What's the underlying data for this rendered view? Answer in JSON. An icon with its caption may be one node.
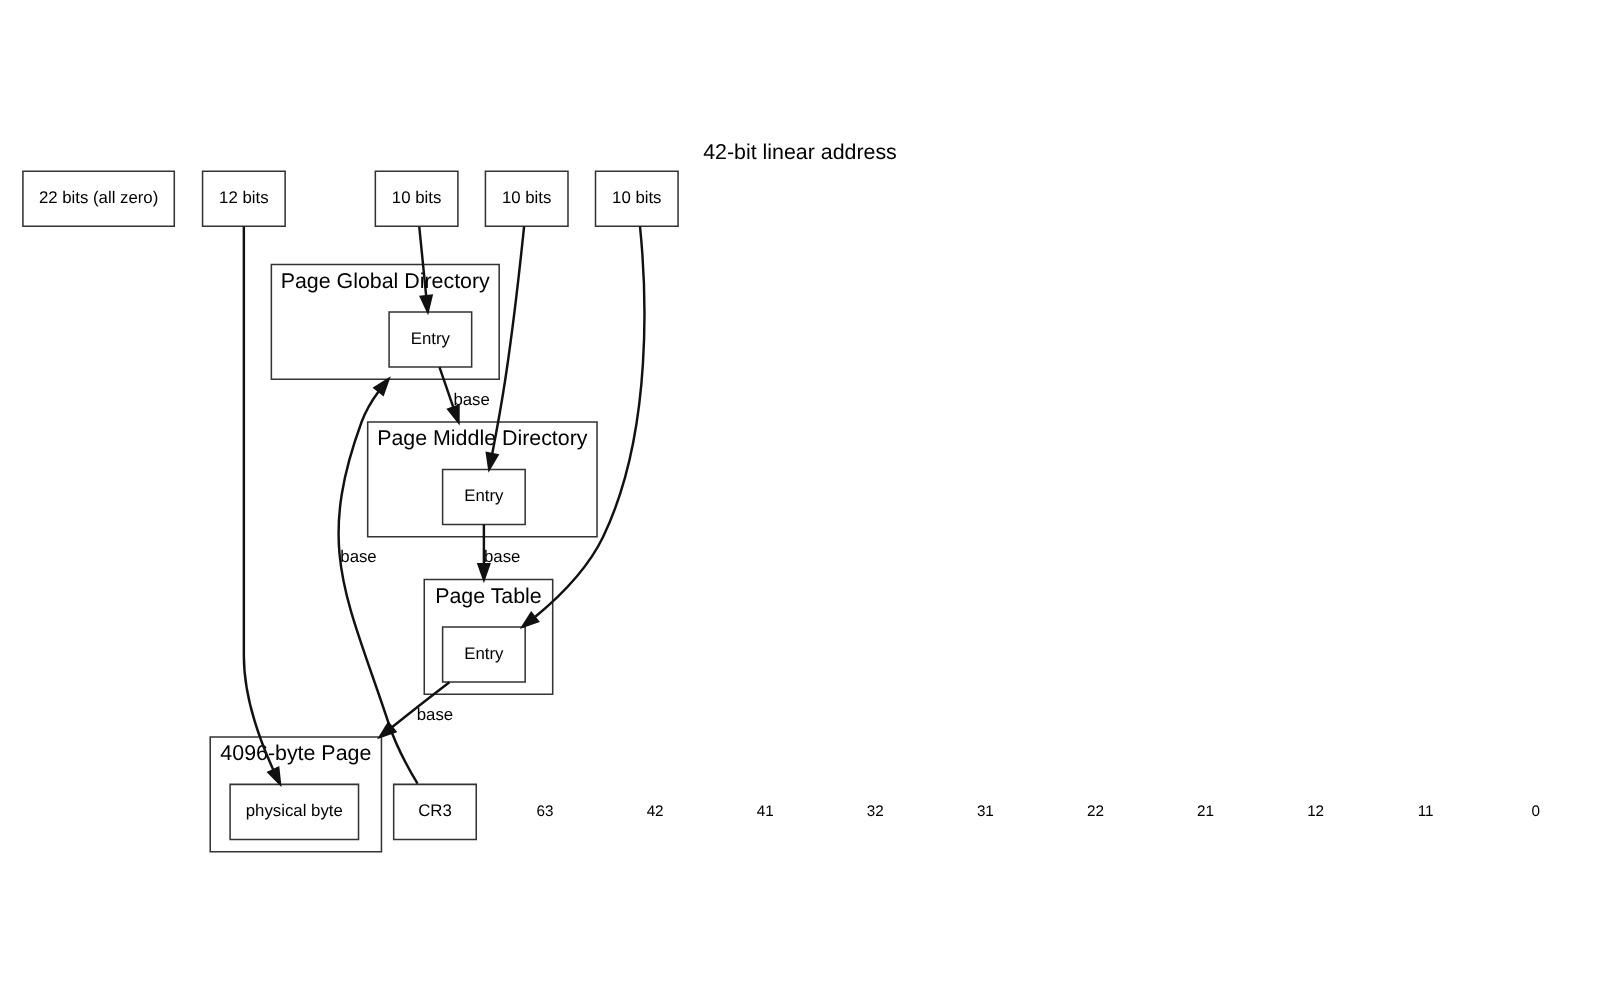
{
  "diagram": {
    "title": "42-bit linear address",
    "nodes": [
      {
        "text": [
          "22 bits (all zero)"
        ]
      },
      {
        "text": [
          "10 bits"
        ]
      },
      {
        "text": [
          "10 bits"
        ]
      },
      {
        "text": [
          "10 bits"
        ]
      },
      {
        "text": [
          "12 bits"
        ]
      },
      {
        "text": [
          "Page Global Directory"
        ]
      },
      {
        "text": [
          "Entry"
        ],
        "in": 5
      },
      {
        "text": [
          "Page Middle Directory"
        ]
      },
      {
        "text": [
          "Entry"
        ],
        "in": 7
      },
      {
        "text": [
          "Page Table"
        ]
      },
      {
        "text": [
          "Entry"
        ],
        "in": 9
      },
      {
        "text": [
          "4096-byte Page"
        ]
      },
      {
        "text": [
          "physical byte"
        ],
        "in": 11
      },
      {
        "text": [
          "CR3"
        ]
      }
    ],
    "edges": [
      {
        "from": 13,
        "to": 5,
        "arrow": "to",
        "label": "base"
      },
      {
        "from": 1,
        "to": 6,
        "arrow": "to"
      },
      {
        "from": 6,
        "to": 7,
        "arrow": "to",
        "label": "base"
      },
      {
        "from": 2,
        "to": 8,
        "arrow": "to"
      },
      {
        "from": 8,
        "to": 9,
        "arrow": "to",
        "label": "base"
      },
      {
        "from": 3,
        "to": 10,
        "arrow": "to"
      },
      {
        "from": 10,
        "to": 11,
        "arrow": "to",
        "label": "base"
      },
      {
        "from": 4,
        "to": 12,
        "arrow": "to"
      }
    ],
    "labels": [
      "63",
      "42",
      "41",
      "32",
      "31",
      "22",
      "21",
      "12",
      "11",
      "0"
    ]
  }
}
